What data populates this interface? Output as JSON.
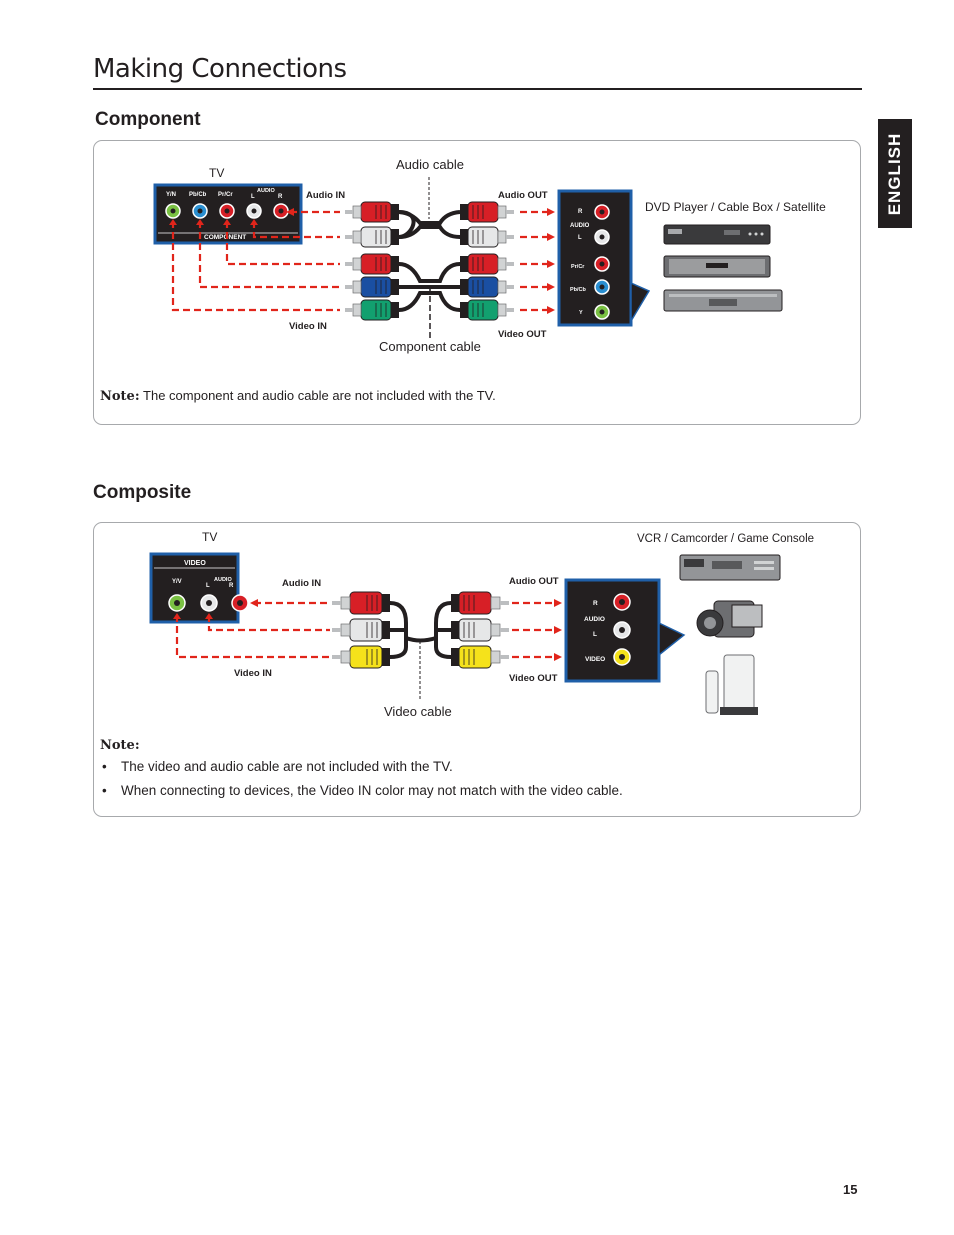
{
  "page": {
    "title": "Making Connections",
    "language_tab": "ENGLISH",
    "page_number": "15"
  },
  "component": {
    "heading": "Component",
    "tv_label": "TV",
    "audio_cable_label": "Audio cable",
    "component_cable_label": "Component cable",
    "audio_in_label": "Audio IN",
    "audio_out_label": "Audio OUT",
    "video_in_label": "Video IN",
    "video_out_label": "Video OUT",
    "device_label": "DVD Player / Cable Box / Satellite",
    "tv_panel": {
      "y_label": "Y/N",
      "pb_label": "Pb/Cb",
      "pr_label": "Pr/Cr",
      "audio_label": "AUDIO",
      "l_label": "L",
      "r_label": "R",
      "component_label": "COMPONENT"
    },
    "device_panel": {
      "r_label": "R",
      "audio_label": "AUDIO",
      "l_label": "L",
      "pr_label": "Pr/Cr",
      "pb_label": "Pb/Cb",
      "y_label": "Y"
    },
    "note_label": "Note:",
    "note_text": "The component and audio cable are not included with the TV."
  },
  "composite": {
    "heading": "Composite",
    "tv_label": "TV",
    "device_label": "VCR / Camcorder / Game Console",
    "audio_in_label": "Audio IN",
    "audio_out_label": "Audio OUT",
    "video_in_label": "Video IN",
    "video_out_label": "Video OUT",
    "video_cable_label": "Video cable",
    "tv_panel": {
      "video_label": "VIDEO",
      "yv_label": "Y/V",
      "audio_label": "AUDIO",
      "l_label": "L",
      "r_label": "R"
    },
    "device_panel": {
      "r_label": "R",
      "audio_label": "AUDIO",
      "l_label": "L",
      "video_label": "VIDEO"
    },
    "note_label": "Note:",
    "bullets": [
      "The video and audio cable are not included with the TV.",
      "When connecting to devices, the Video IN color may not match with the video cable."
    ]
  },
  "colors": {
    "red_plug": "#d71f26",
    "white_plug": "#e6e7e8",
    "green_plug": "#12a06f",
    "blue_plug": "#1a4fa2",
    "yellow_plug": "#f5e21b",
    "panel_blue": "#1f5fa8",
    "dash_red": "#e1251b",
    "port_green": "#7ac143",
    "port_blue": "#2a8fd1"
  }
}
